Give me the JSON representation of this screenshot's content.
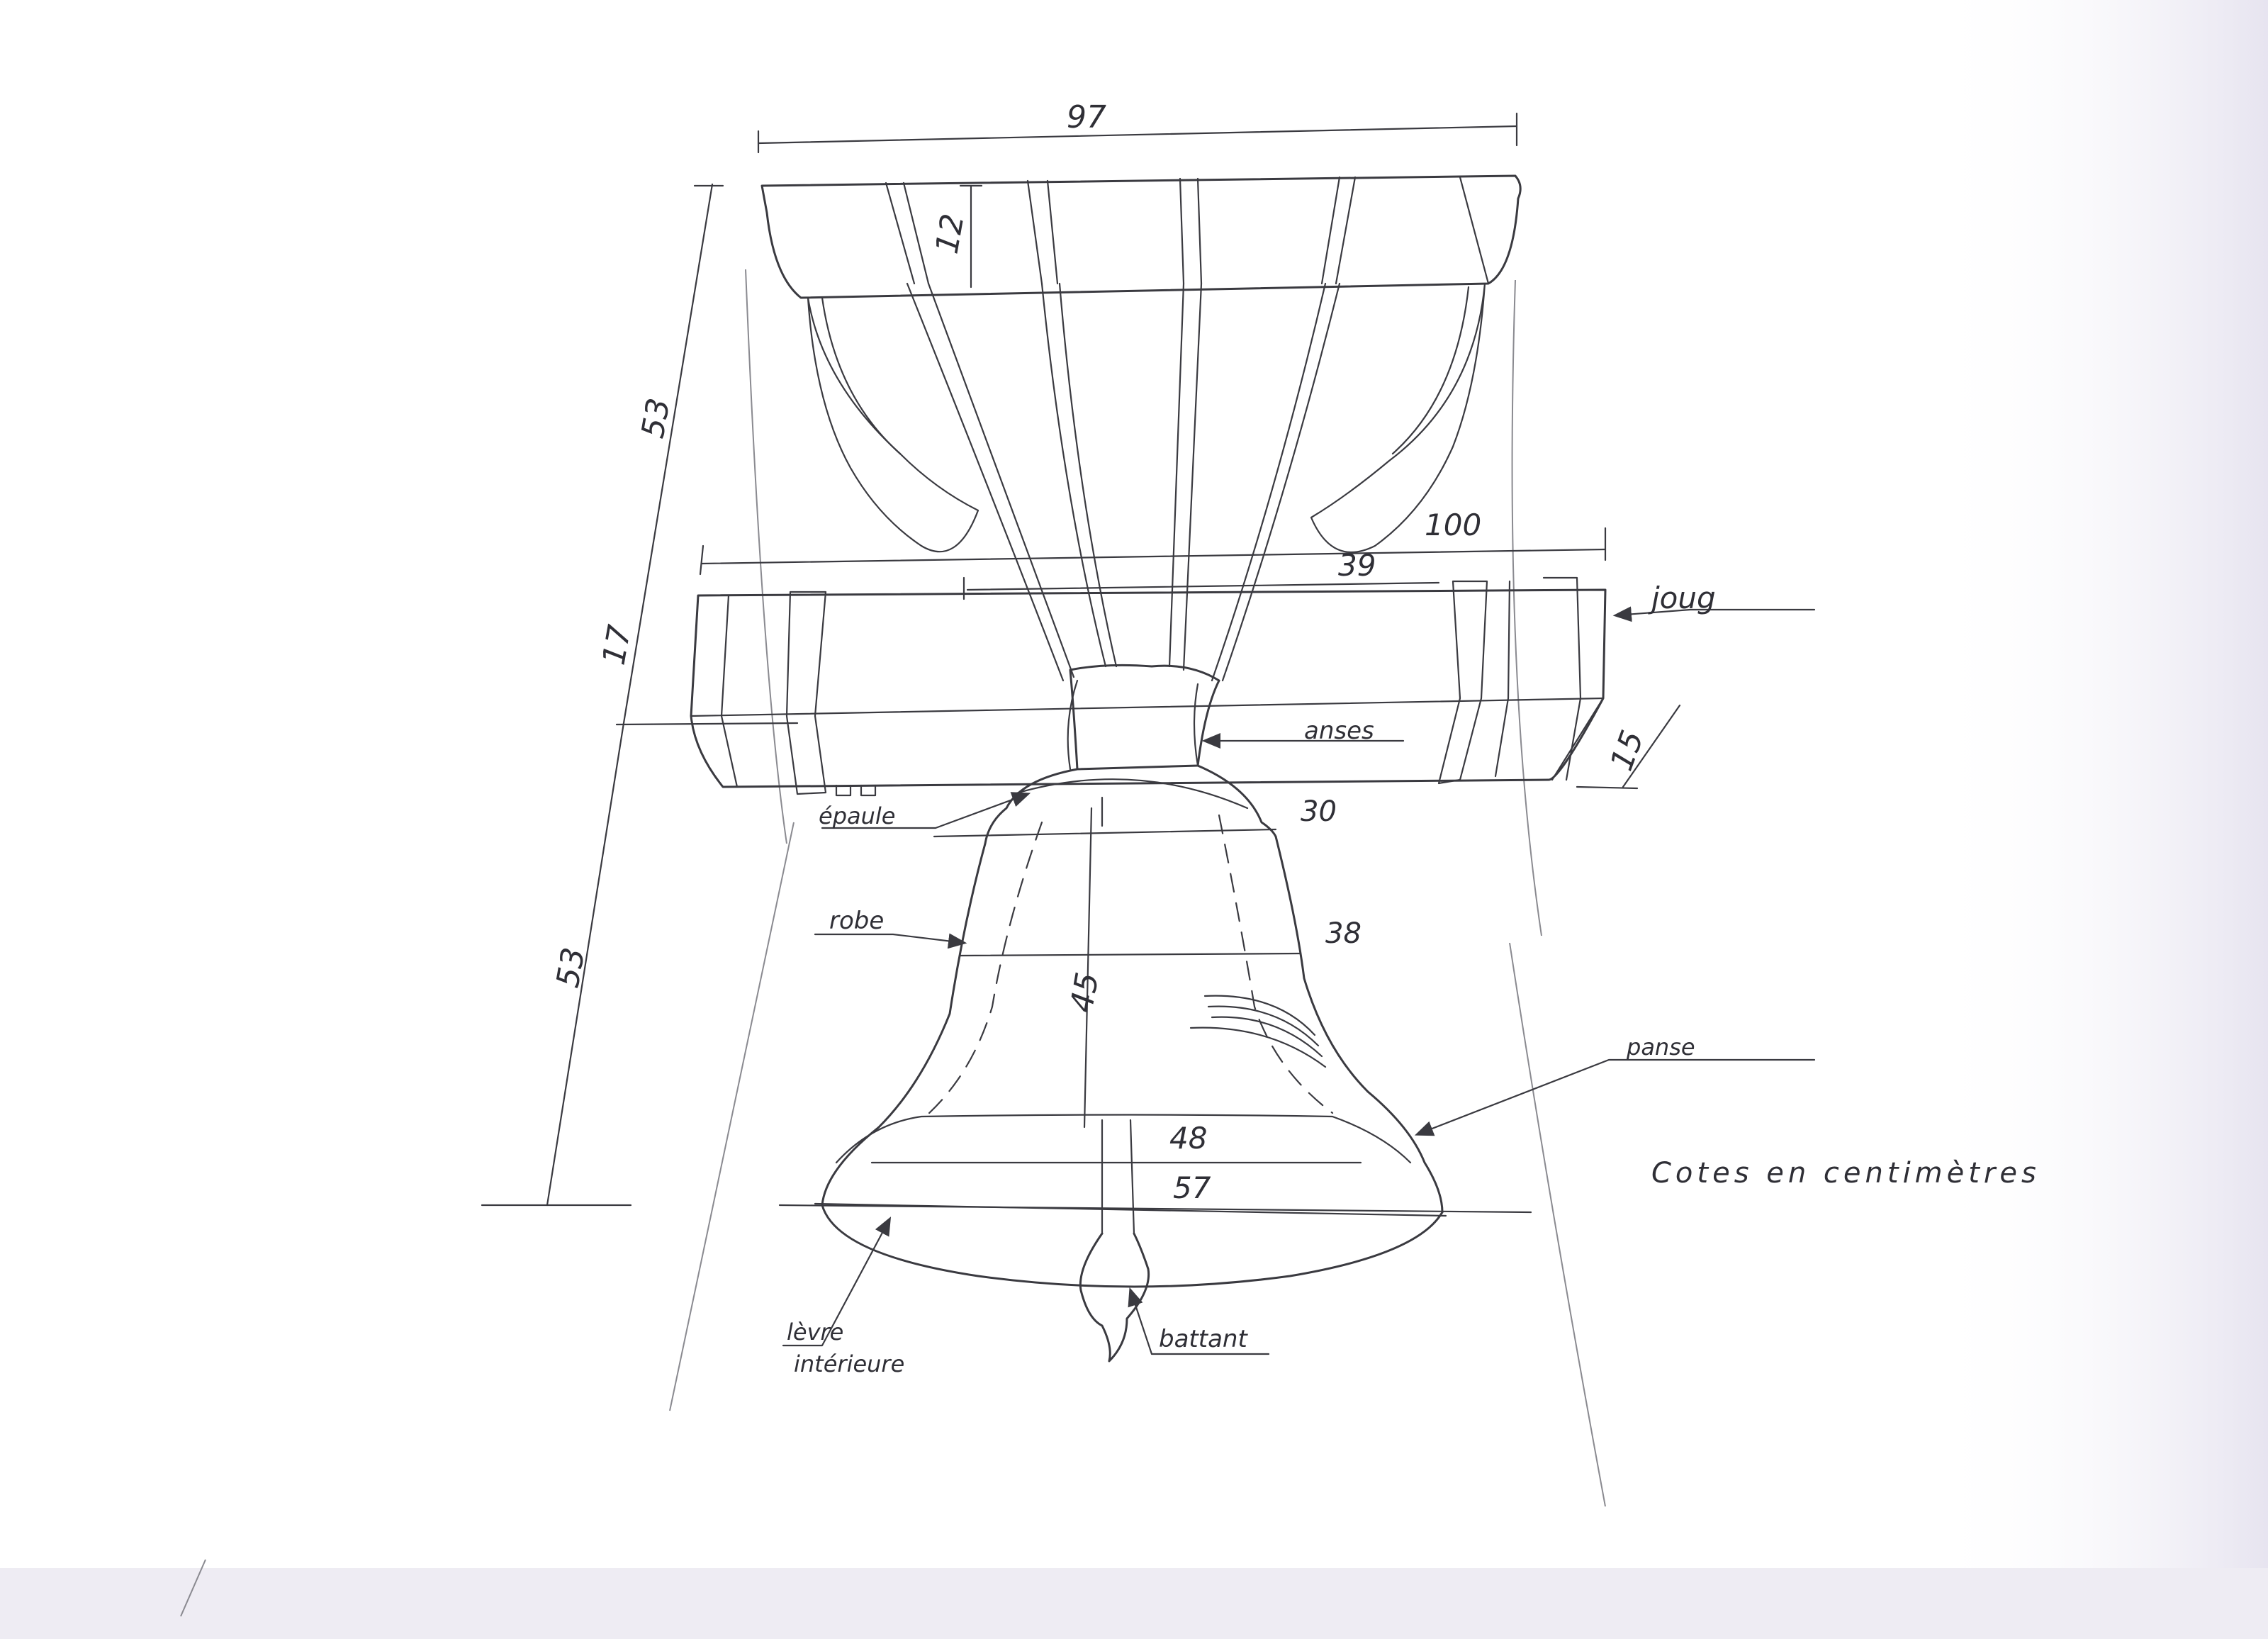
{
  "dimensions": {
    "yoke_width": "97",
    "top_height": "12",
    "total_height_upper": "53",
    "beam_length": "100",
    "beam_inner": "39",
    "beam_height": "17",
    "beam_depth": "15",
    "shoulder_width": "30",
    "waist_width": "38",
    "body_height": "45",
    "inner_rim": "48",
    "mouth_width": "57",
    "total_height_lower": "53"
  },
  "labels": {
    "joug": "joug",
    "anses": "anses",
    "epaule": "épaule",
    "robe": "robe",
    "panse": "panse",
    "levre_line1": "lèvre",
    "levre_line2": "intérieure",
    "battant": "battant"
  },
  "note": "Cotes en centimètres",
  "colors": {
    "ink": "#3a3a40",
    "paper": "#ffffff"
  }
}
